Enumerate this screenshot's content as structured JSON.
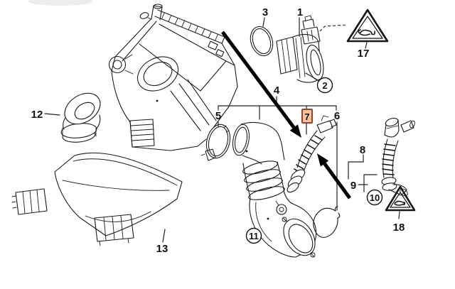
{
  "diagram": {
    "kind": "exploded-parts-diagram",
    "background": "#ffffff",
    "line_color": "#1c1c1c",
    "labels": {
      "n1": "1",
      "n2": "2",
      "n3": "3",
      "n4": "4",
      "n5": "5",
      "n6": "6",
      "n7": "7",
      "n8": "8",
      "n9": "9",
      "n10": "10",
      "n11": "11",
      "n12": "12",
      "n13": "13",
      "n17": "17",
      "n18": "18"
    },
    "highlight": {
      "part": "7",
      "box_fill": "#f4c5a3",
      "box_border": "#aa3a28",
      "text_color": "#66150b"
    },
    "circled_callouts": "2, 10, 11",
    "warning_triangle_callouts": "17, 18"
  }
}
